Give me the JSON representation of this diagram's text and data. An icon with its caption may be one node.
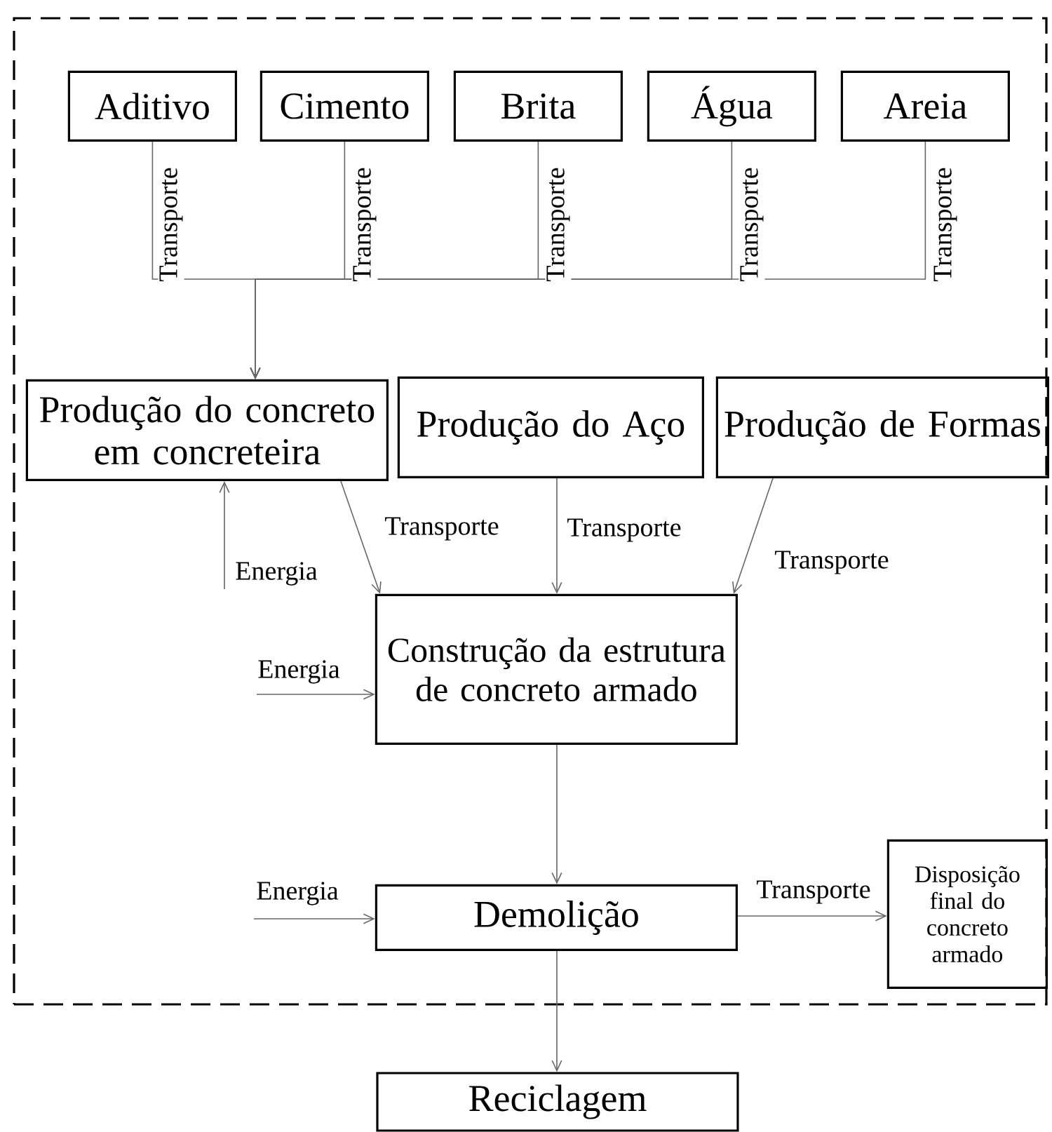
{
  "diagram": {
    "nodes": [
      {
        "text": [],
        "shape": "box"
      },
      {
        "text": [
          "Aditivo"
        ],
        "in": 0
      },
      {
        "text": [
          "Cimento"
        ],
        "in": 0
      },
      {
        "text": [
          "Brita"
        ],
        "in": 0
      },
      {
        "text": [
          "Água"
        ],
        "in": 0
      },
      {
        "text": [
          "Areia"
        ],
        "in": 0
      },
      {
        "text": [
          "Produção do concreto em concreteira"
        ],
        "in": 0
      },
      {
        "text": [
          "Produção do Aço"
        ],
        "in": 0
      },
      {
        "text": [
          "Produção de Formas"
        ],
        "in": 0
      },
      {
        "text": [
          "Construção da estrutura de concreto armado"
        ],
        "in": 0
      },
      {
        "text": [
          "Demolição"
        ],
        "in": 0
      },
      {
        "text": [
          "Disposição final do concreto armado"
        ],
        "in": 0
      },
      {
        "text": [
          "Reciclagem"
        ]
      }
    ],
    "edges": [
      {
        "from": 1,
        "to": 6,
        "arrow": "to",
        "label": "Transporte"
      },
      {
        "from": 2,
        "to": 6,
        "arrow": "to",
        "label": "Transporte"
      },
      {
        "from": 3,
        "to": 6,
        "arrow": "to",
        "label": "Transporte"
      },
      {
        "from": 4,
        "to": 6,
        "arrow": "to",
        "label": "Transporte"
      },
      {
        "from": 5,
        "to": 6,
        "arrow": "to",
        "label": "Transporte"
      },
      {
        "from": null,
        "to": 6,
        "arrow": "to",
        "label": "Energia"
      },
      {
        "from": 6,
        "to": 9,
        "arrow": "to",
        "label": "Transporte"
      },
      {
        "from": 7,
        "to": 9,
        "arrow": "to",
        "label": "Transporte"
      },
      {
        "from": 8,
        "to": 9,
        "arrow": "to",
        "label": "Transporte"
      },
      {
        "from": null,
        "to": 9,
        "arrow": "to",
        "label": "Energia"
      },
      {
        "from": 9,
        "to": 10,
        "arrow": "to"
      },
      {
        "from": null,
        "to": 10,
        "arrow": "to",
        "label": "Energia"
      },
      {
        "from": 10,
        "to": 11,
        "arrow": "to",
        "label": "Transporte"
      },
      {
        "from": 10,
        "to": 12,
        "arrow": "to"
      }
    ]
  }
}
